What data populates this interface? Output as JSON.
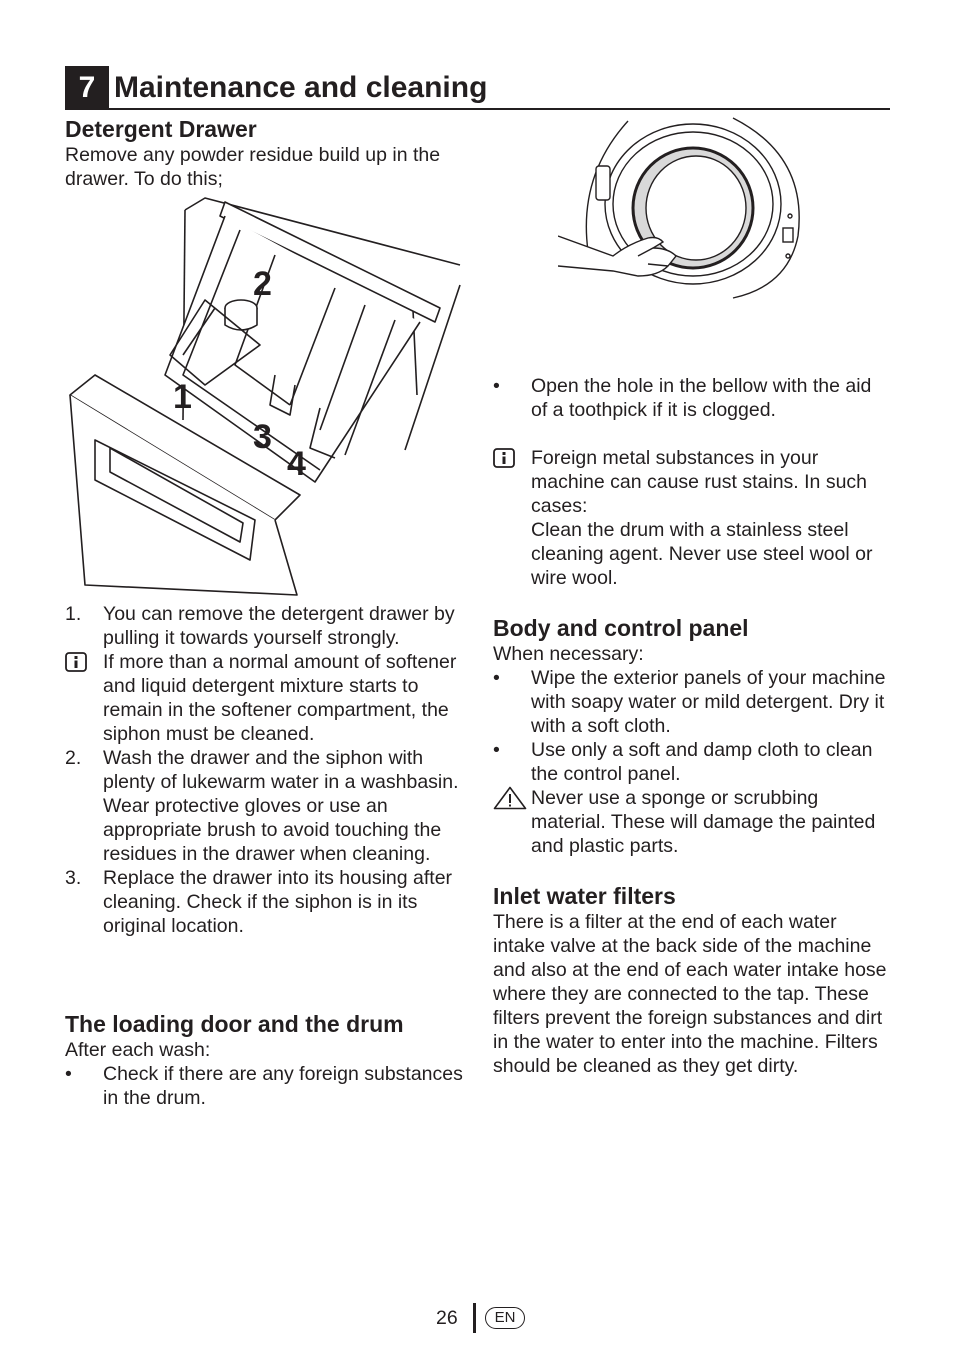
{
  "chapter": {
    "number": "7",
    "title": "Maintenance and cleaning"
  },
  "detergent": {
    "heading": "Detergent Drawer",
    "intro": "Remove any powder residue build up in the drawer. To do this;",
    "figure_labels": [
      "2",
      "1",
      "3",
      "4"
    ],
    "items": [
      {
        "marker": "1.",
        "text": "You can remove the detergent drawer by pulling it towards yourself strongly."
      },
      {
        "icon": "info-icon",
        "text": "If more than a normal amount of softener and liquid detergent mixture starts to remain in the softener compartment, the siphon must be cleaned."
      },
      {
        "marker": "2.",
        "text": "Wash the drawer and the siphon with plenty of lukewarm water in a washbasin. Wear protective gloves or use an appropriate brush to avoid touching the residues in the drawer when cleaning."
      },
      {
        "marker": "3.",
        "text": "Replace the drawer into its housing after cleaning. Check if the siphon is in its original location."
      }
    ]
  },
  "loading_door": {
    "heading": "The loading door and the drum",
    "intro": "After each wash:",
    "bullets": [
      "Check if there are any foreign substances in the drum."
    ]
  },
  "drum_right": {
    "bullet": "Open the hole in the bellow with the aid of a toothpick if it is clogged.",
    "info_1": "Foreign metal substances in your machine can cause rust stains. In such cases:",
    "info_2": "Clean the drum with a stainless steel cleaning agent. Never use steel wool or wire wool."
  },
  "body_panel": {
    "heading": "Body and control panel",
    "intro": "When necessary:",
    "bullets": [
      "Wipe the exterior panels of your machine with soapy water or mild detergent. Dry it with a soft cloth.",
      "Use only a soft and damp cloth to clean the control panel."
    ],
    "warning": "Never use a sponge or scrubbing material. These will damage the painted and plastic parts."
  },
  "inlet": {
    "heading": "Inlet water filters",
    "text": "There is a filter at the end of each water intake valve at the back side of the machine and also at the end of each water intake hose where they are connected to the tap. These filters prevent the foreign substances and dirt in the water to enter into the machine. Filters should be cleaned as they get dirty."
  },
  "footer": {
    "page": "26",
    "lang": "EN"
  },
  "bullet_char": "•",
  "icons": [
    "info-icon",
    "warning-icon"
  ]
}
